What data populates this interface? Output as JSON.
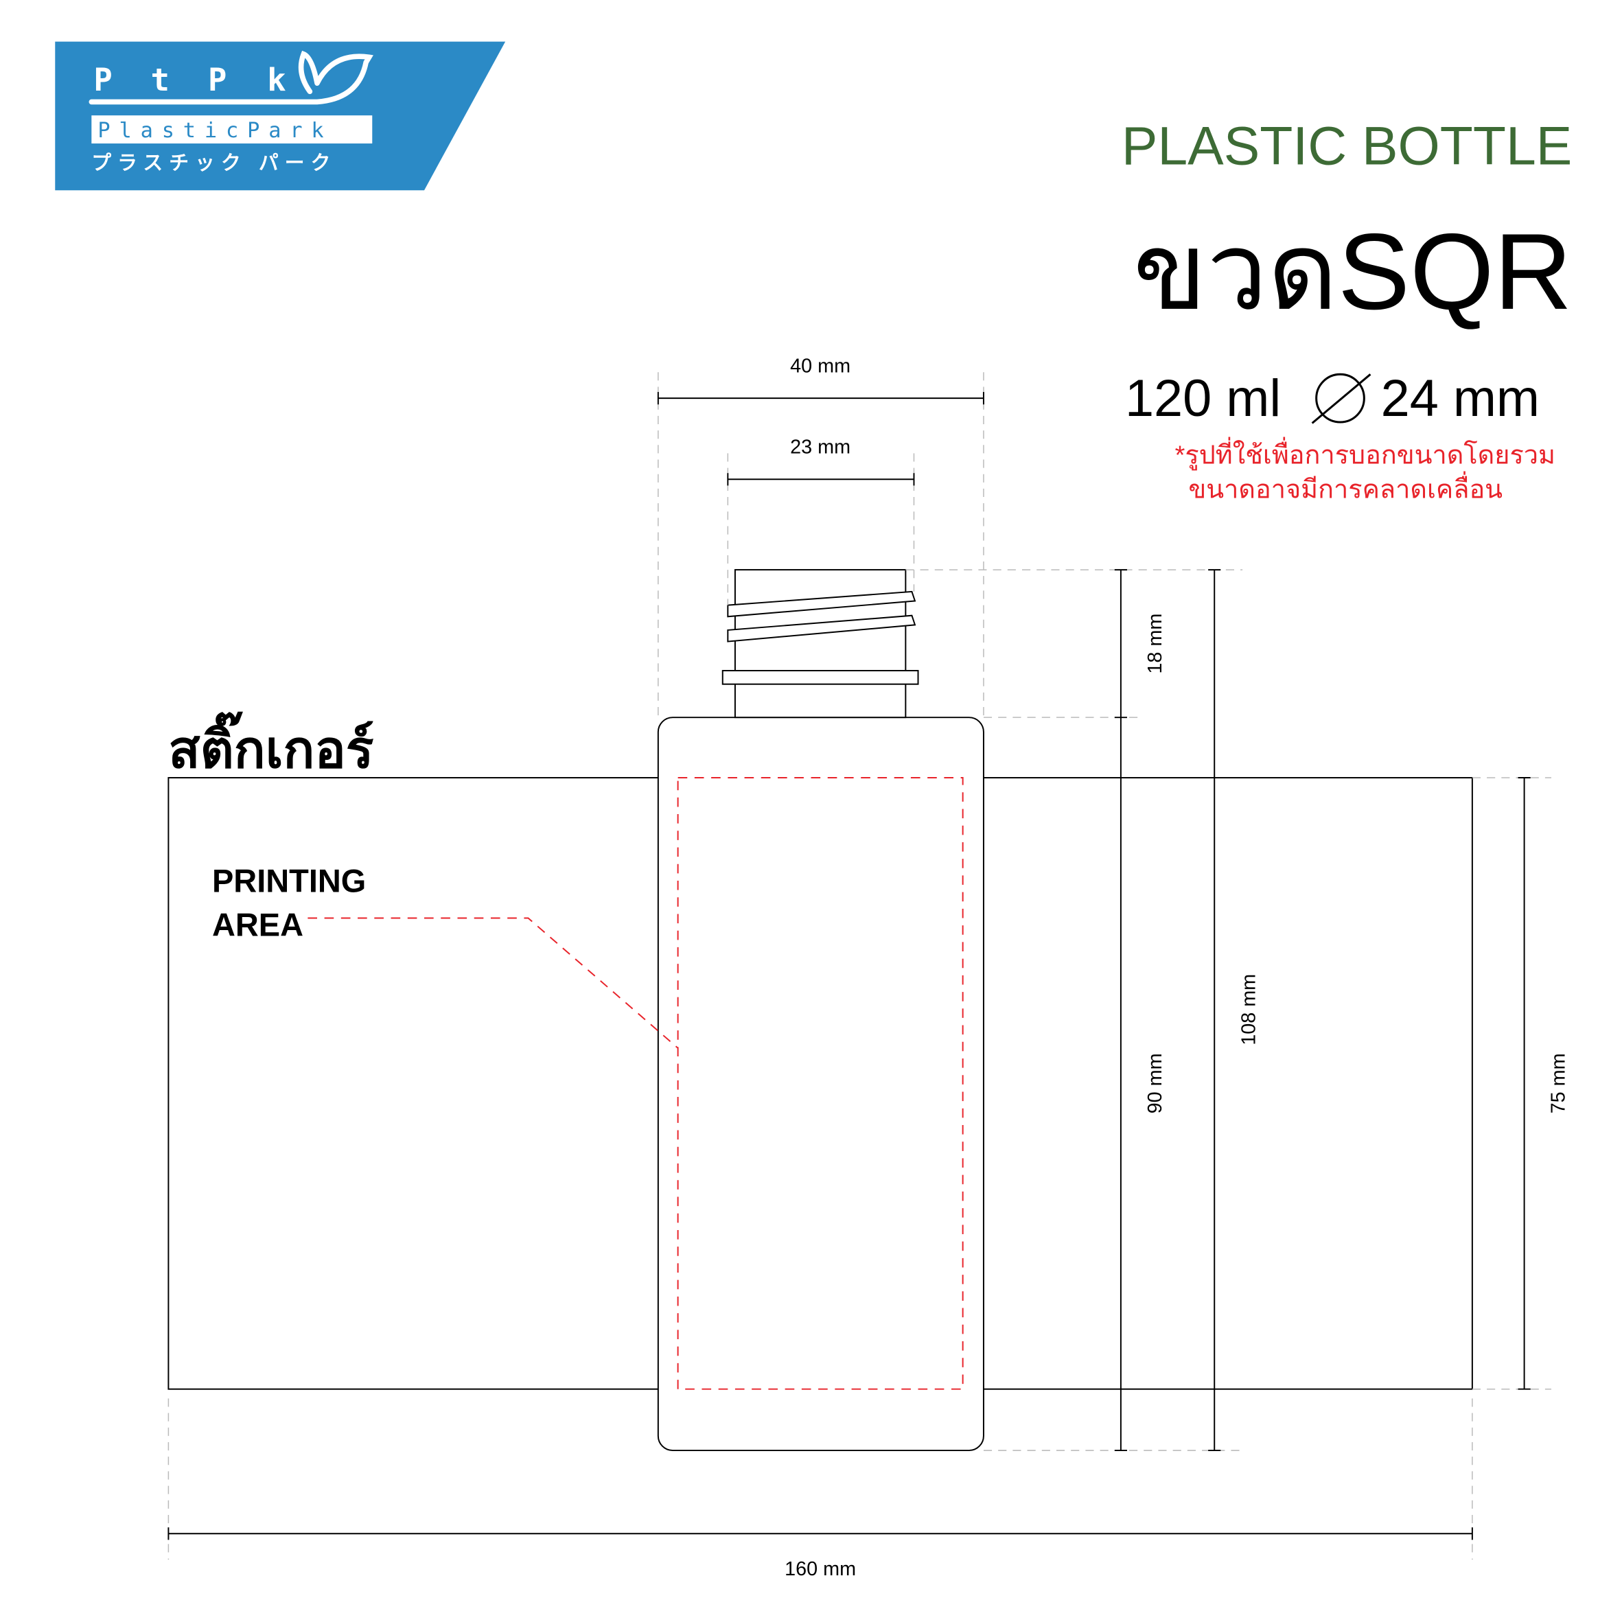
{
  "logo": {
    "initials": [
      "P",
      "t",
      "P",
      "k"
    ],
    "name": "PlasticPark",
    "japanese": "プラスチック パーク",
    "color": "#2b8ac6"
  },
  "header": {
    "category": "PLASTIC BOTTLE",
    "product_name": "ขวดSQR",
    "volume": "120 ml",
    "diameter_icon": "diameter-icon",
    "neck_size": "24 mm",
    "disclaimer_line1": "*รูปที่ใช้เพื่อการบอกขนาดโดยรวม",
    "disclaimer_line2": "ขนาดอาจมีการคลาดเคลื่อน",
    "title_color": "#3d6b35",
    "note_color": "#e8232a"
  },
  "diagram": {
    "sticker_label": "สติ๊กเกอร์",
    "printing_area_line1": "PRINTING",
    "printing_area_line2": "AREA",
    "dimensions": {
      "body_width": "40 mm",
      "neck_width": "23 mm",
      "neck_height": "18 mm",
      "body_height": "90 mm",
      "total_height": "108 mm",
      "sticker_height": "75 mm",
      "sticker_width": "160 mm"
    }
  }
}
